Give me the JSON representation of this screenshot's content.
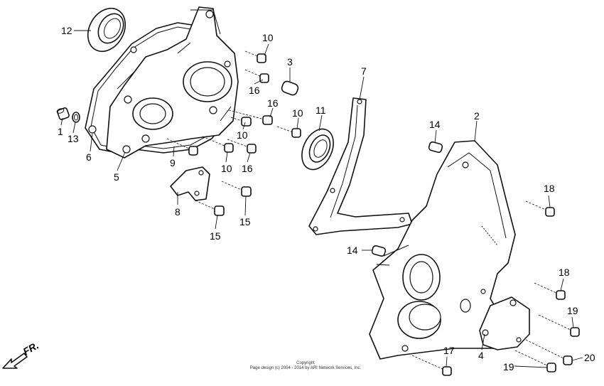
{
  "callouts": {
    "c1": "1",
    "c2": "2",
    "c3": "3",
    "c4": "4",
    "c5": "5",
    "c6": "6",
    "c7": "7",
    "c8": "8",
    "c9": "9",
    "c10a": "10",
    "c10b": "10",
    "c10c": "10",
    "c10d": "10",
    "c11": "11",
    "c12": "12",
    "c13": "13",
    "c14a": "14",
    "c14b": "14",
    "c15a": "15",
    "c15b": "15",
    "c16a": "16",
    "c16b": "16",
    "c16c": "16",
    "c17": "17",
    "c18a": "18",
    "c18b": "18",
    "c19a": "19",
    "c19b": "19",
    "c20": "20"
  },
  "direction": {
    "label": "FR."
  },
  "copyright": {
    "line1": "Copyright",
    "line2": "Page design (c) 2004 - 2014 by ARI Network Services, Inc."
  },
  "icons": {
    "direction_arrow": "fr-arrow-icon"
  }
}
